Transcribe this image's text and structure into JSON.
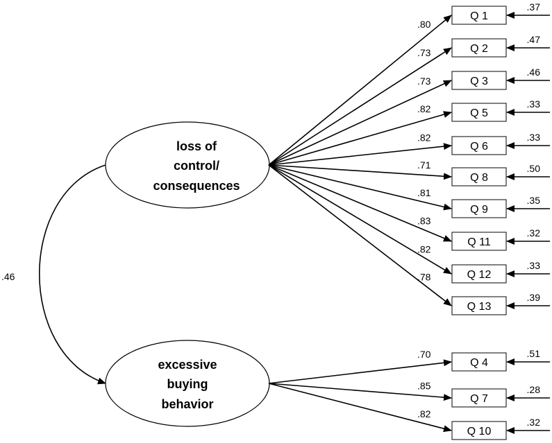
{
  "factors": [
    {
      "id": "f1",
      "label_lines": [
        "loss of",
        "control/",
        "consequences"
      ]
    },
    {
      "id": "f2",
      "label_lines": [
        "excessive",
        "buying",
        "behavior"
      ]
    }
  ],
  "correlation": ".46",
  "items": [
    {
      "label": "Q 1",
      "factor": "f1",
      "loading": ".80",
      "error": ".37"
    },
    {
      "label": "Q 2",
      "factor": "f1",
      "loading": ".73",
      "error": ".47"
    },
    {
      "label": "Q 3",
      "factor": "f1",
      "loading": ".73",
      "error": ".46"
    },
    {
      "label": "Q 5",
      "factor": "f1",
      "loading": ".82",
      "error": ".33"
    },
    {
      "label": "Q 6",
      "factor": "f1",
      "loading": ".82",
      "error": ".33"
    },
    {
      "label": "Q 8",
      "factor": "f1",
      "loading": ".71",
      "error": ".50"
    },
    {
      "label": "Q 9",
      "factor": "f1",
      "loading": ".81",
      "error": ".35"
    },
    {
      "label": "Q 11",
      "factor": "f1",
      "loading": ".83",
      "error": ".32"
    },
    {
      "label": "Q 12",
      "factor": "f1",
      "loading": ".82",
      "error": ".33"
    },
    {
      "label": "Q 13",
      "factor": "f1",
      "loading": ".78",
      "error": ".39"
    },
    {
      "label": "Q 4",
      "factor": "f2",
      "loading": ".70",
      "error": ".51"
    },
    {
      "label": "Q 7",
      "factor": "f2",
      "loading": ".85",
      "error": ".28"
    },
    {
      "label": "Q 10",
      "factor": "f2",
      "loading": ".82",
      "error": ".32"
    }
  ]
}
